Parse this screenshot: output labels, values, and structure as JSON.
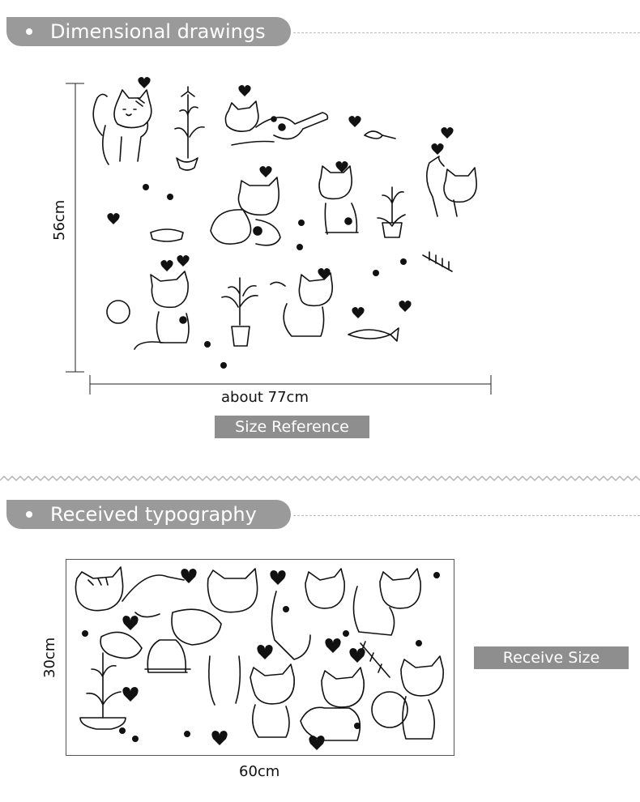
{
  "section1": {
    "title": "Dimensional drawings",
    "height_label": "56cm",
    "width_label": "about  77cm",
    "caption": "Size Reference"
  },
  "section2": {
    "title": "Received typography",
    "height_label": "30cm",
    "width_label": "60cm",
    "caption": "Receive Size"
  },
  "icons": {
    "decal_preview_1": "cat-wall-decal-icon",
    "decal_preview_2": "cat-wall-decal-sheet-icon"
  }
}
